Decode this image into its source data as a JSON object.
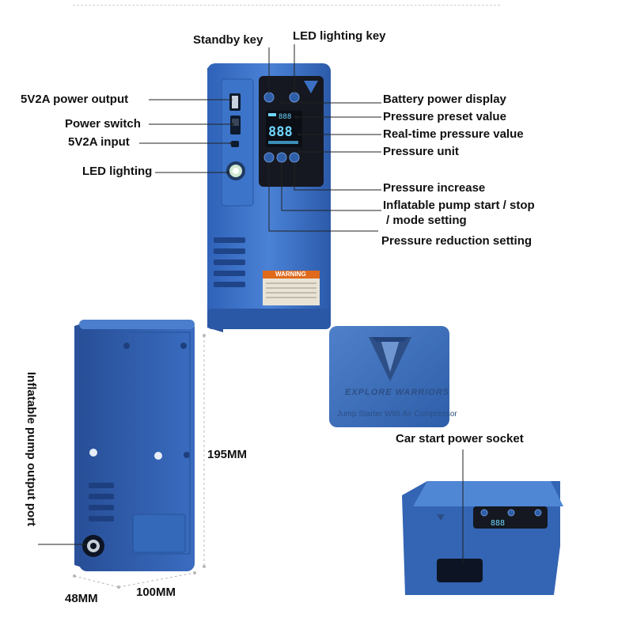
{
  "labels": {
    "standby_key": "Standby key",
    "led_lighting_key": "LED lighting key",
    "usb_output": "5V2A power output",
    "power_switch": "Power switch",
    "usb_input": "5V2A input",
    "led_lighting": "LED lighting",
    "battery_display": "Battery power display",
    "pressure_preset": "Pressure preset value",
    "realtime_pressure": "Real-time pressure value",
    "pressure_unit": "Pressure unit",
    "pressure_increase": "Pressure increase",
    "pump_start_line1": "Inflatable pump start / stop",
    "pump_start_line2": "/ mode setting",
    "pressure_reduction": "Pressure reduction setting",
    "pump_output_port": "Inflatable pump output port",
    "car_start_socket": "Car start power socket"
  },
  "dimensions": {
    "height": "195MM",
    "width": "100MM",
    "depth": "48MM"
  },
  "brand": {
    "name": "EXPLORE WARRIORS",
    "tagline": "Jump Starter With Air Compressor",
    "warning": "WARNING"
  },
  "colors": {
    "device_blue": "#3a6fc4",
    "device_dark": "#2a55a0",
    "panel_black": "#151820",
    "display_cyan": "#6fd6ff",
    "warning_orange": "#e06a1b"
  }
}
